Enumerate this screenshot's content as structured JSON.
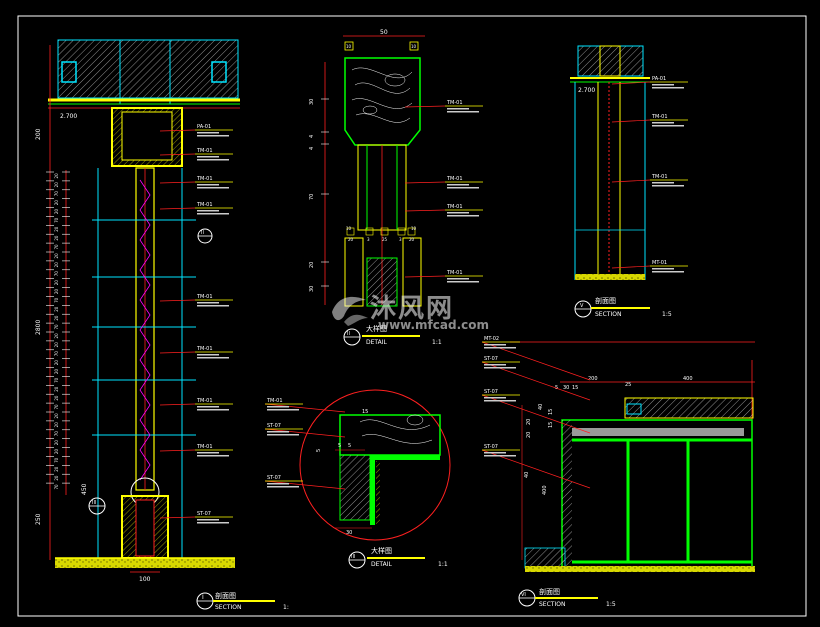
{
  "watermark": {
    "site_cn": "沐风网",
    "site_en": "www.mfcad.com"
  },
  "section_1": {
    "level": "2.700",
    "heights": [
      "200",
      "2800",
      "450",
      "250"
    ],
    "spacing_marks": [
      "20",
      "20",
      "70",
      "20",
      "20",
      "70",
      "20",
      "20",
      "70",
      "20",
      "20",
      "70",
      "20",
      "20",
      "70",
      "20",
      "20",
      "70",
      "20",
      "20",
      "70",
      "20",
      "20",
      "70",
      "20",
      "20",
      "70",
      "20",
      "20",
      "70",
      "20",
      "20",
      "70",
      "20",
      "20",
      "70"
    ],
    "bottom_width": "100",
    "tags": [
      "PA-01",
      "TM-01",
      "TM-01",
      "TM-01",
      "TM-01",
      "TM-01",
      "TM-01",
      "TM-01",
      "ST-07"
    ],
    "callouts": [
      "II",
      "III"
    ],
    "title_mark": "I",
    "title_cn": "剖面图",
    "title_en": "SECTION",
    "scale": "1:"
  },
  "detail_2": {
    "top_width": "50",
    "small_dims": [
      "10",
      "10",
      "10",
      "10"
    ],
    "side_dims": [
      "30",
      "4",
      "4",
      "70",
      "20",
      "30"
    ],
    "mid_dims": [
      "20",
      "3",
      "25",
      "3",
      "20"
    ],
    "tags": [
      "TM-01",
      "TM-01",
      "TM-01",
      "TM-01"
    ],
    "title_mark": "II",
    "title_cn": "大样图",
    "title_en": "DETAIL",
    "scale": "1:1"
  },
  "detail_3": {
    "dims": [
      "15",
      "5",
      "5",
      "5",
      "30"
    ],
    "tags": [
      "TM-01",
      "ST-07",
      "ST-07"
    ],
    "title_mark": "III",
    "title_cn": "大样图",
    "title_en": "DETAIL",
    "scale": "1:1"
  },
  "section_5": {
    "level": "2.700",
    "tags": [
      "PA-01",
      "TM-01",
      "TM-01",
      "MT-01"
    ],
    "title_mark": "V",
    "title_cn": "剖面图",
    "title_en": "SECTION",
    "scale": "1:5"
  },
  "section_6": {
    "top_dims": [
      "200",
      "25",
      "400"
    ],
    "small_dims": [
      "5",
      "30",
      "15"
    ],
    "side_dims": [
      "40",
      "20",
      "20",
      "15",
      "15",
      "40",
      "400"
    ],
    "tags": [
      "MT-02",
      "ST-07",
      "ST-07",
      "ST-07"
    ],
    "title_mark": "VI",
    "title_cn": "剖面图",
    "title_en": "SECTION",
    "scale": "1:5"
  },
  "colors": {
    "background": "#000000",
    "frame": "#ffffff",
    "line_cyan": "#00e5ff",
    "line_yellow": "#ffff00",
    "line_red": "#ff2020",
    "line_green": "#00ff00",
    "line_magenta": "#ff00ff",
    "line_white": "#ffffff"
  }
}
